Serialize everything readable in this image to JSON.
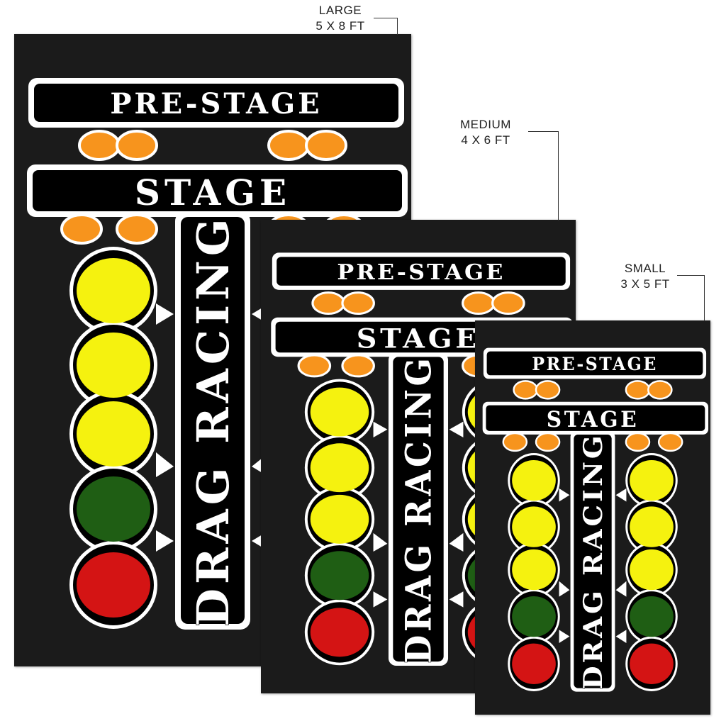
{
  "design": {
    "pre_stage": "PRE-STAGE",
    "stage": "STAGE",
    "title": "DRAG RACING"
  },
  "sizes": [
    {
      "name": "LARGE",
      "dims": "5 X 8 FT"
    },
    {
      "name": "MEDIUM",
      "dims": "4 X 6 FT"
    },
    {
      "name": "SMALL",
      "dims": "3 X 5 FT"
    }
  ],
  "colors": {
    "background": "#1b1b1b",
    "amber": "#f7941d",
    "yellow": "#f5f20f",
    "green": "#1f5e14",
    "red": "#d41414"
  }
}
